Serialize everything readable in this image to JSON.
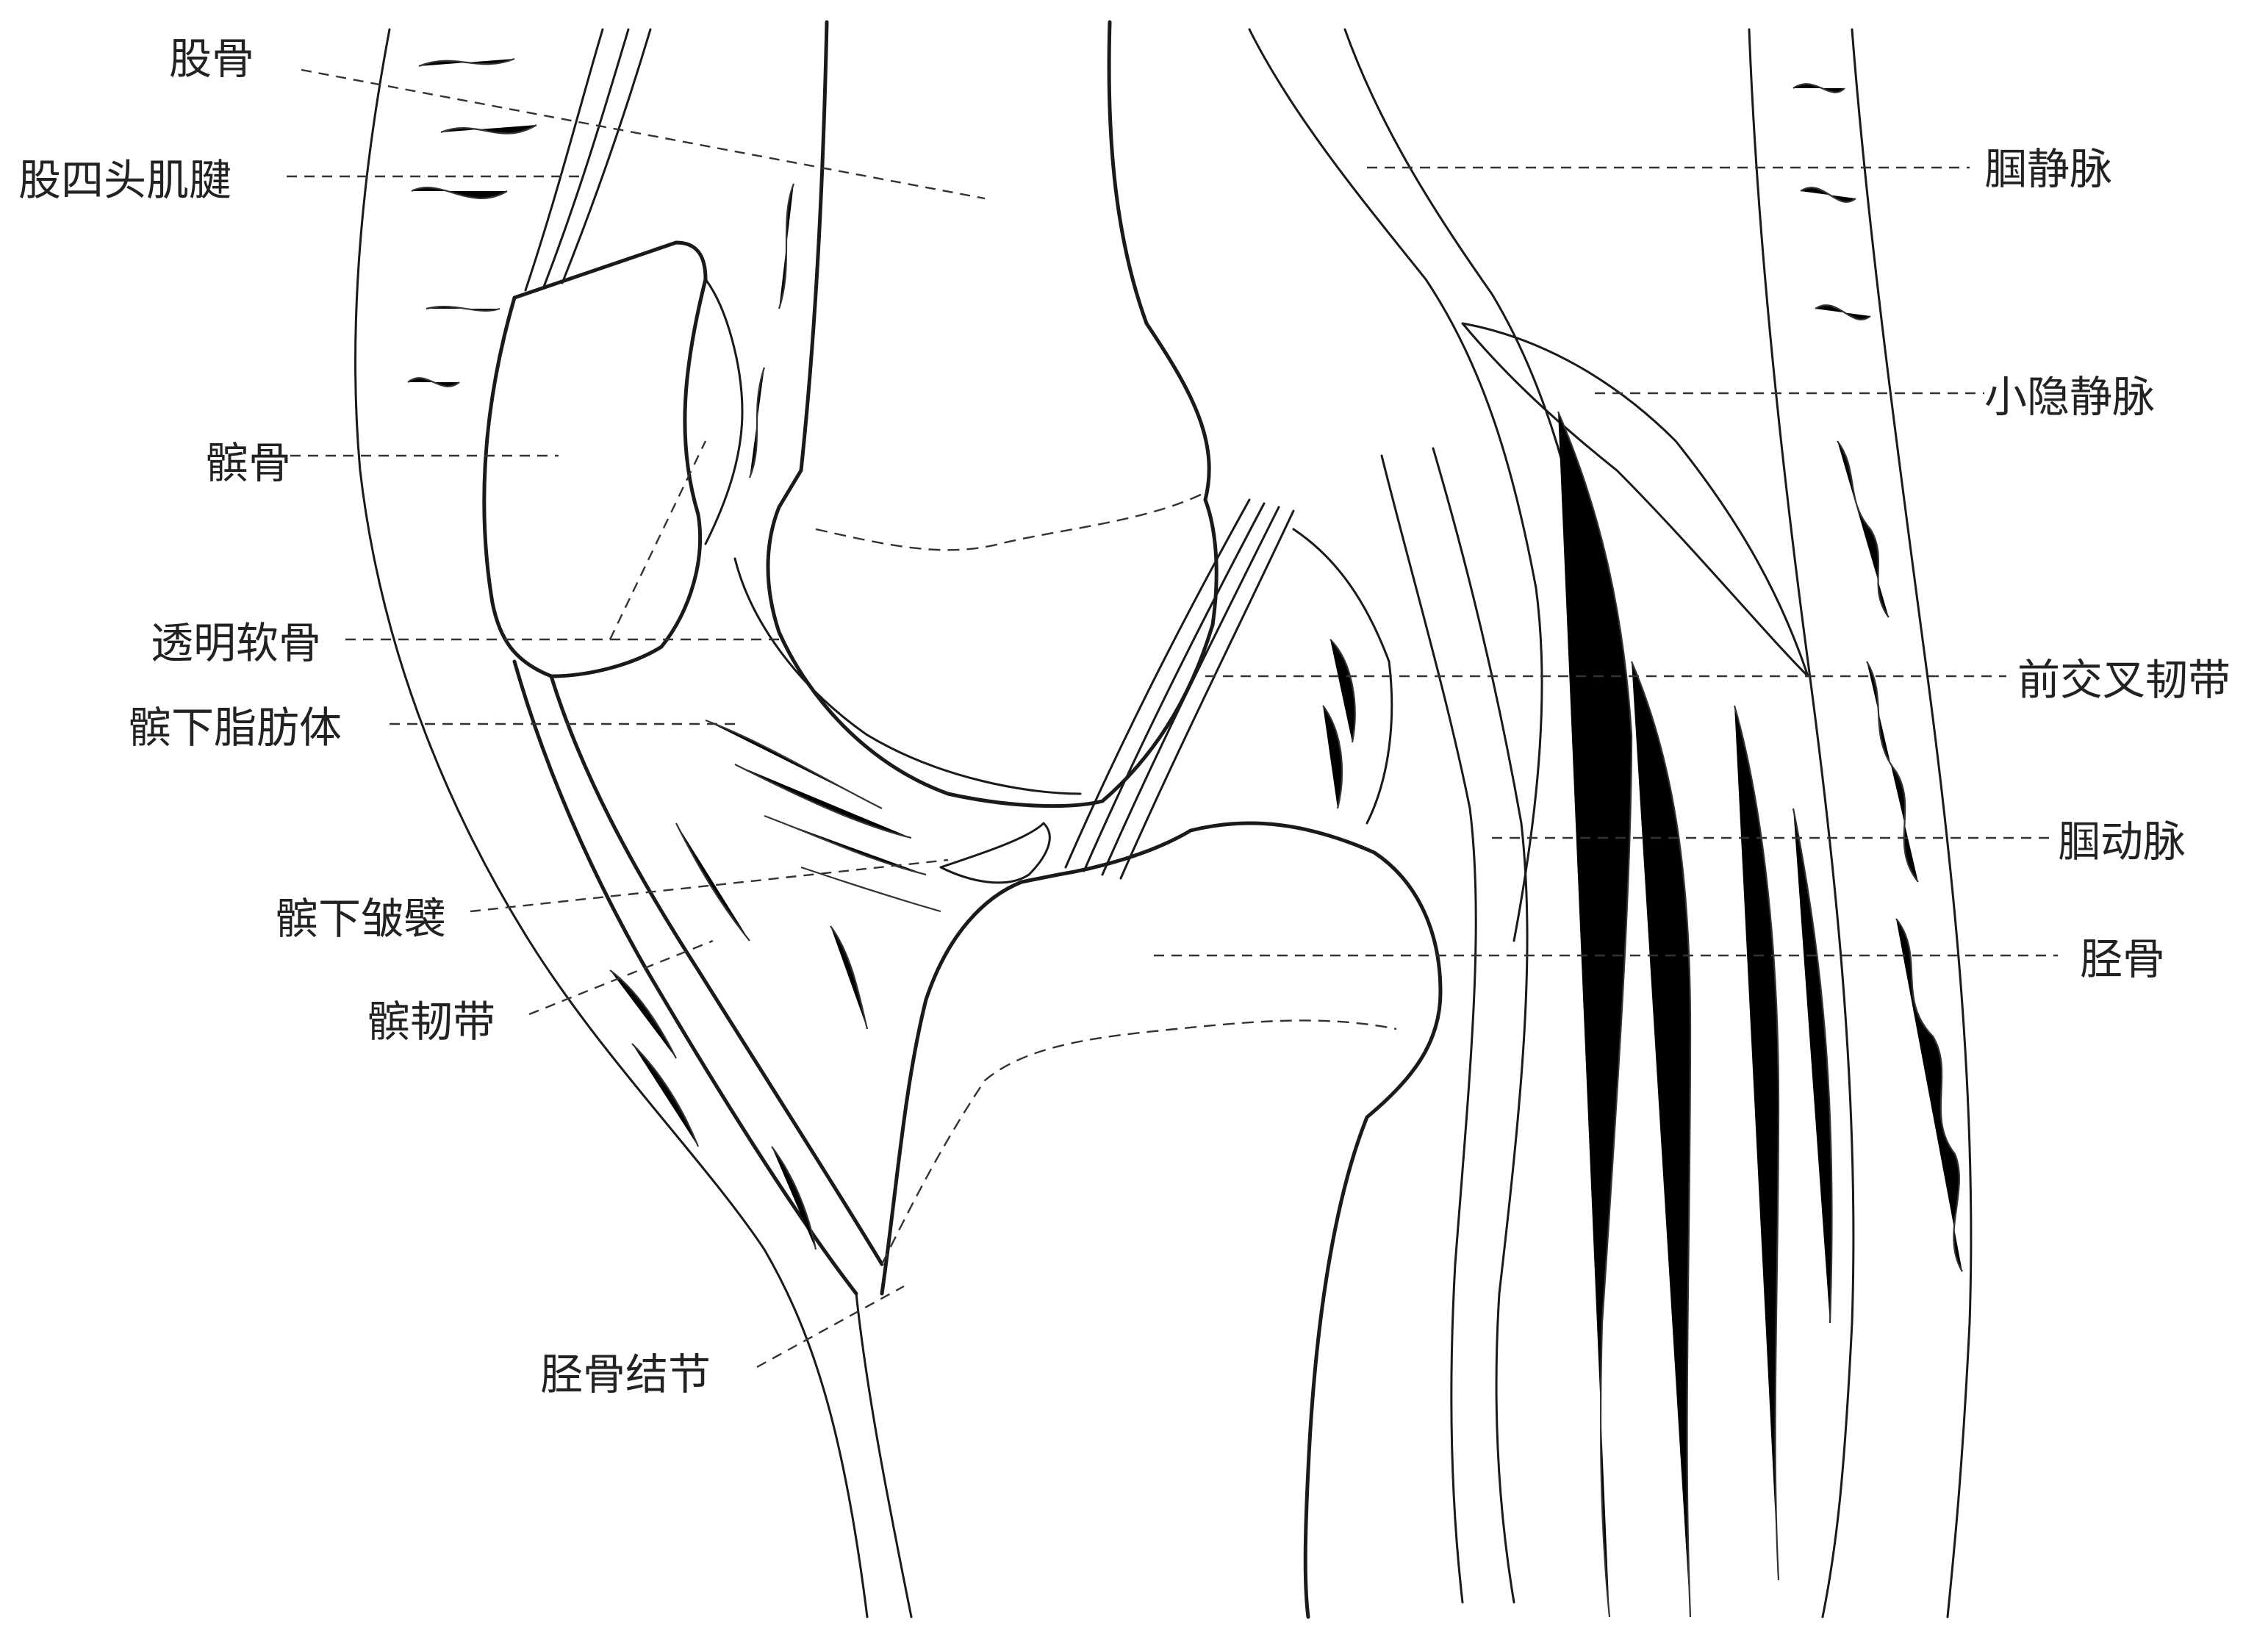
{
  "labels": {
    "femur": "股骨",
    "quadriceps_tendon": "股四头肌腱",
    "patella": "髌骨",
    "hyaline_cartilage": "透明软骨",
    "infrapatellar_fat_pad": "髌下脂肪体",
    "infrapatellar_fold": "髌下皱襞",
    "patellar_ligament": "髌韧带",
    "tibial_tuberosity": "胫骨结节",
    "popliteal_vein": "腘静脉",
    "small_saphenous_vein": "小隐静脉",
    "anterior_cruciate_ligament": "前交叉韧带",
    "popliteal_artery": "腘动脉",
    "tibia": "胫骨"
  }
}
